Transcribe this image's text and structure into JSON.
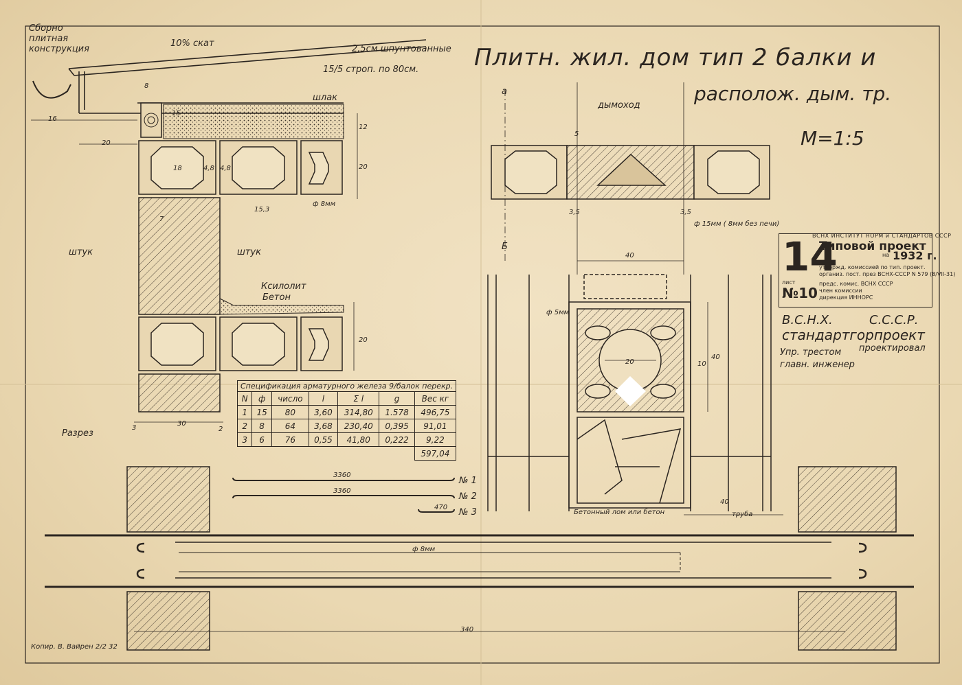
{
  "title": {
    "line1": "Плитн. жил. дом тип 2 балки и",
    "line2": "располож. дым. тр.",
    "scale": "М=1:5"
  },
  "left_labels": {
    "construction": "Сборно\nплитная\nконструкция",
    "slope": "10% скат",
    "boards": "2,5см шпунтованные",
    "rafters": "15/5 строп. по 80см.",
    "slag": "шлак",
    "stucco_left": "штук",
    "stucco_right": "штук",
    "xylolite": "Ксилолит",
    "concrete": "Бетон",
    "section": "Разрез",
    "copier": "Копир. В. Вайрен 2/2 32"
  },
  "dimensions": {
    "d8": "8",
    "d16": "16",
    "d20a": "20",
    "d12": "12",
    "d18": "18",
    "d48a": "4,8",
    "d48b": "4,8",
    "d20b": "20",
    "d153": "15,3",
    "phi8": "ф 8мм",
    "d7": "7",
    "d15": "15",
    "d20c": "20",
    "d30": "30",
    "d3360a": "3360",
    "d3360b": "3360",
    "d470": "470",
    "d340": "340",
    "phi8b": "ф 8мм",
    "d40a": "40",
    "d40b": "40",
    "d10": "10",
    "d20d": "20",
    "d5": "5",
    "d35a": "3,5",
    "d35b": "3,5",
    "phi5": "ф 5мм",
    "d40c": "40",
    "d3": "3",
    "d2": "2"
  },
  "right_labels": {
    "chimney": "дымоход",
    "phi15": "ф 15мм ( 8мм без печи)",
    "a": "а",
    "b": "Б",
    "debris": "Бетонный лом или бетон",
    "pipe": "труба"
  },
  "bars": {
    "n1": "№ 1",
    "n2": "№ 2",
    "n3": "№ 3"
  },
  "spec_table": {
    "caption": "Спецификация арматурного железа 9/балок перекр.",
    "headers": [
      "N",
      "ф",
      "число",
      "l",
      "Σ l",
      "g",
      "Вес кг"
    ],
    "rows": [
      [
        "1",
        "15",
        "80",
        "3,60",
        "314,80",
        "1.578",
        "496,75"
      ],
      [
        "2",
        "8",
        "64",
        "3,68",
        "230,40",
        "0,395",
        "91,01"
      ],
      [
        "3",
        "6",
        "76",
        "0,55",
        "41,80",
        "0,222",
        "9,22"
      ]
    ],
    "total": "597,04"
  },
  "stamp": {
    "header": "ВСНХ  ИНСТИТУТ НОРМ и СТАНДАРТОВ  СССР",
    "number": "14",
    "project": "Типовой проект",
    "on": "на",
    "year": "1932 г.",
    "approved1": "утвержд. комиссией по тип. проект.",
    "approved2": "организ. пост. през ВСНХ-СССР N 579 (8/VII-31)",
    "sheet_label": "лист",
    "sheet_value": "№10",
    "chair": "предс. комис. ВСНХ  СССР",
    "member": "член комиссии",
    "direction": "дирекция ИННОРС"
  },
  "org": {
    "vsnh": "В.С.Н.Х.",
    "ussr": "С.С.С.Р.",
    "name": "стандартгорпроект",
    "manager": "Упр. трестом",
    "designed": "проектировал",
    "chief": "главн. инженер"
  }
}
